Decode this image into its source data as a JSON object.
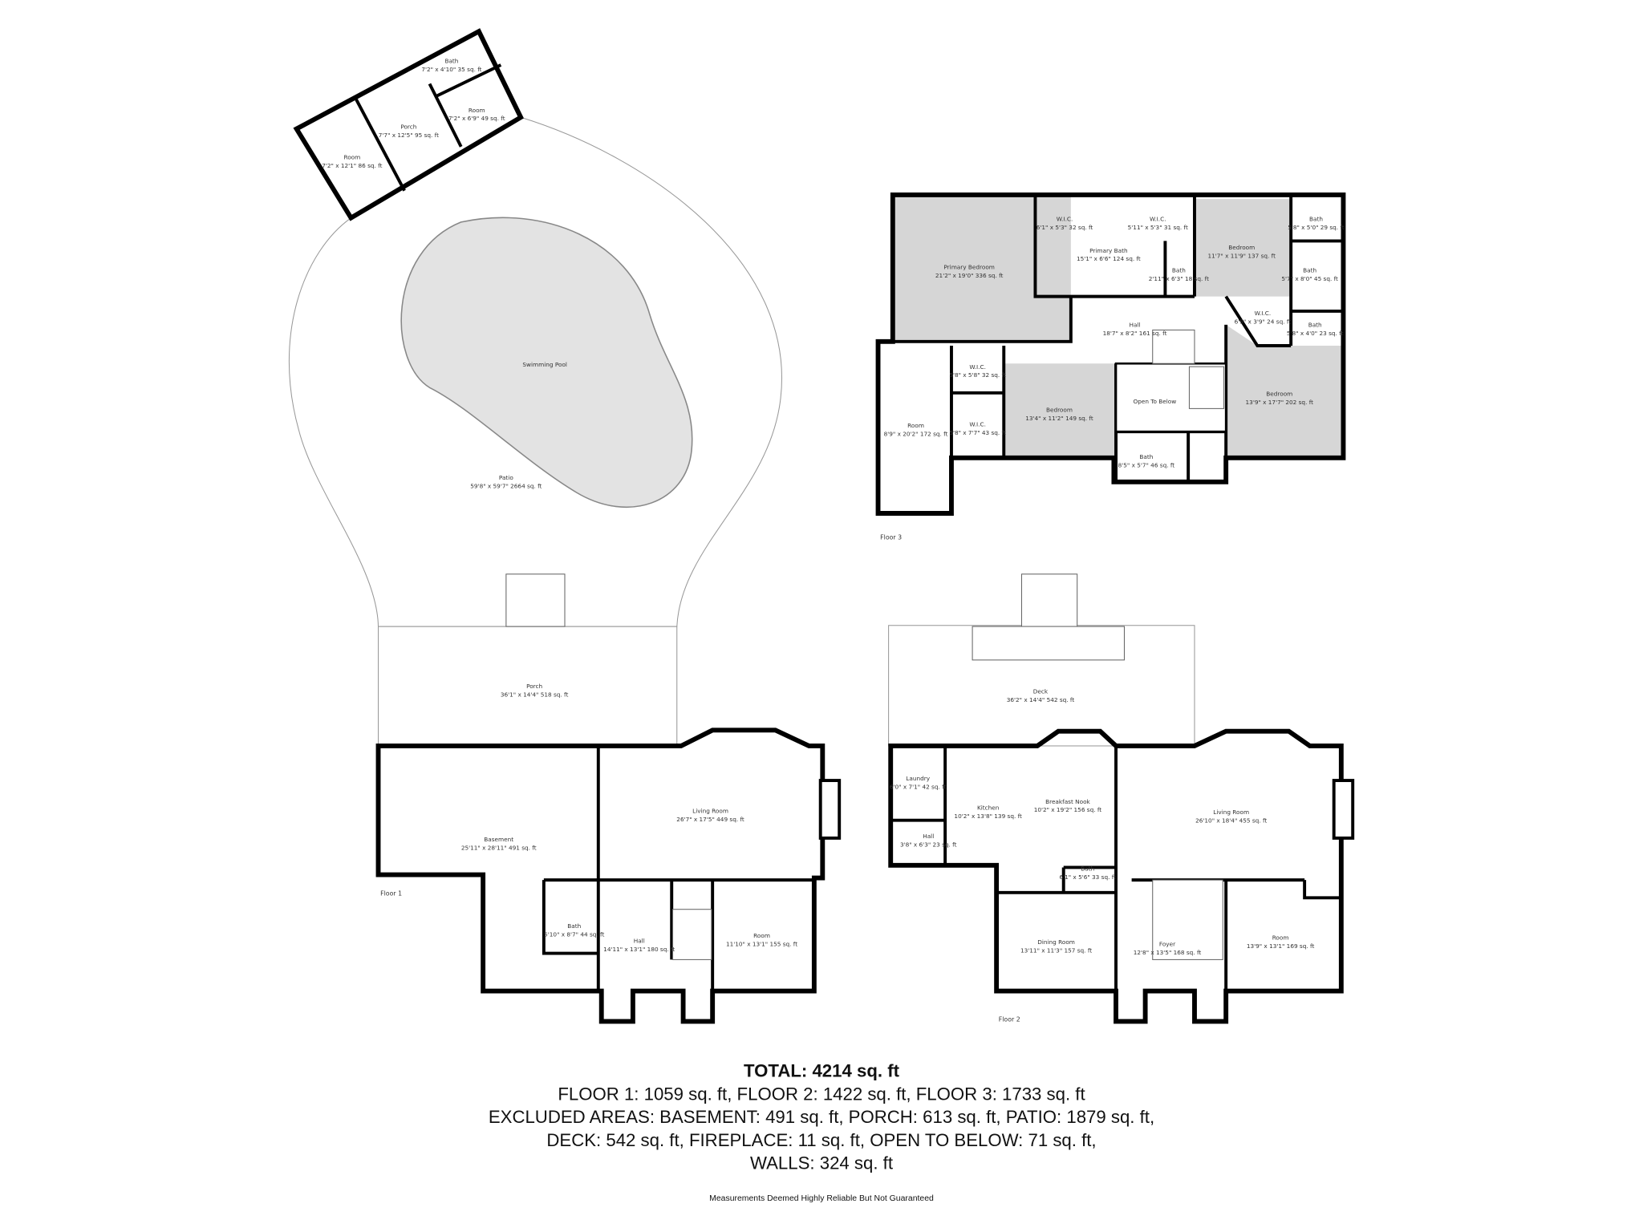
{
  "plan": {
    "rooms": [
      {
        "name": "Bath",
        "dims": "7'2\" x 4'10\" 35 sq. ft"
      },
      {
        "name": "Porch",
        "dims": "7'7\" x 12'5\" 95 sq. ft"
      },
      {
        "name": "Room",
        "dims": "7'2\" x 6'9\" 49 sq. ft"
      },
      {
        "name": "Room",
        "dims": "7'2\" x 12'1\" 86 sq. ft"
      },
      {
        "name": "Swimming Pool",
        "dims": ""
      },
      {
        "name": "Patio",
        "dims": "59'8\" x 59'7\" 2664 sq. ft"
      },
      {
        "name": "Porch",
        "dims": "36'1\" x 14'4\" 518 sq. ft"
      },
      {
        "name": "Basement",
        "dims": "25'11\" x 28'11\" 491 sq. ft"
      },
      {
        "name": "Living Room",
        "dims": "26'7\" x 17'5\" 449 sq. ft"
      },
      {
        "name": "Bath",
        "dims": "5'10\" x 8'7\" 44 sq. ft"
      },
      {
        "name": "Hall",
        "dims": "14'11\" x 13'1\" 180 sq. ft"
      },
      {
        "name": "Room",
        "dims": "11'10\" x 13'1\" 155 sq. ft"
      },
      {
        "name": "Deck",
        "dims": "36'2\" x 14'4\" 542 sq. ft"
      },
      {
        "name": "Laundry",
        "dims": "6'0\" x 7'1\" 42 sq. ft"
      },
      {
        "name": "Kitchen",
        "dims": "10'2\" x 13'8\" 139 sq. ft"
      },
      {
        "name": "Breakfast Nook",
        "dims": "10'2\" x 19'2\" 156 sq. ft"
      },
      {
        "name": "Hall",
        "dims": "3'8\" x 6'3\" 23 sq. ft"
      },
      {
        "name": "Bath",
        "dims": "6'1\" x 5'6\" 33 sq. ft"
      },
      {
        "name": "Living Room",
        "dims": "26'10\" x 18'4\" 455 sq. ft"
      },
      {
        "name": "Dining Room",
        "dims": "13'11\" x 11'3\" 157 sq. ft"
      },
      {
        "name": "Foyer",
        "dims": "12'8\" x 13'5\" 168 sq. ft"
      },
      {
        "name": "Room",
        "dims": "13'9\" x 13'1\" 169 sq. ft"
      },
      {
        "name": "Primary Bedroom",
        "dims": "21'2\" x 19'0\" 336 sq. ft"
      },
      {
        "name": "W.I.C.",
        "dims": "6'1\" x 5'3\" 32 sq. ft"
      },
      {
        "name": "Primary Bath",
        "dims": "15'1\" x 6'6\" 124 sq. ft"
      },
      {
        "name": "W.I.C.",
        "dims": "5'11\" x 5'3\" 31 sq. ft"
      },
      {
        "name": "Bath",
        "dims": "2'11\" x 6'3\" 18 sq. ft"
      },
      {
        "name": "Bedroom",
        "dims": "11'7\" x 11'9\" 137 sq. ft"
      },
      {
        "name": "Bath",
        "dims": "5'8\" x 5'0\" 29 sq. ft"
      },
      {
        "name": "Bath",
        "dims": "5'7\" x 8'0\" 45 sq. ft"
      },
      {
        "name": "W.I.C.",
        "dims": "6'5\" x 3'9\" 24 sq. ft"
      },
      {
        "name": "Bath",
        "dims": "5'8\" x 4'0\" 23 sq. ft"
      },
      {
        "name": "Hall",
        "dims": "18'7\" x 8'2\" 161 sq. ft"
      },
      {
        "name": "Room",
        "dims": "8'9\" x 20'2\" 172 sq. ft"
      },
      {
        "name": "W.I.C.",
        "dims": "5'8\" x 5'8\" 32 sq. ft"
      },
      {
        "name": "W.I.C.",
        "dims": "5'8\" x 7'7\" 43 sq. ft"
      },
      {
        "name": "Bedroom",
        "dims": "13'4\" x 11'2\" 149 sq. ft"
      },
      {
        "name": "Open To Below",
        "dims": ""
      },
      {
        "name": "Bath",
        "dims": "8'5\" x 5'7\" 46 sq. ft"
      },
      {
        "name": "Bedroom",
        "dims": "13'9\" x 17'7\" 202 sq. ft"
      }
    ],
    "floor_labels": [
      "Floor 1",
      "Floor 2",
      "Floor 3"
    ]
  },
  "summary": {
    "total": "TOTAL: 4214 sq. ft",
    "floors": "FLOOR 1: 1059 sq. ft, FLOOR 2: 1422 sq. ft, FLOOR 3: 1733 sq. ft",
    "excluded_1": "EXCLUDED AREAS: BASEMENT: 491 sq. ft, PORCH: 613 sq. ft, PATIO: 1879 sq. ft,",
    "excluded_2": "DECK: 542 sq. ft, FIREPLACE: 11 sq. ft, OPEN TO BELOW: 71 sq. ft,",
    "excluded_3": "WALLS: 324 sq. ft",
    "disclaimer": "Measurements Deemed Highly Reliable But Not Guaranteed"
  },
  "colors": {
    "wall": "#000000",
    "room_fill": "#d6d6d6",
    "pool_fill": "#e3e3e3"
  }
}
